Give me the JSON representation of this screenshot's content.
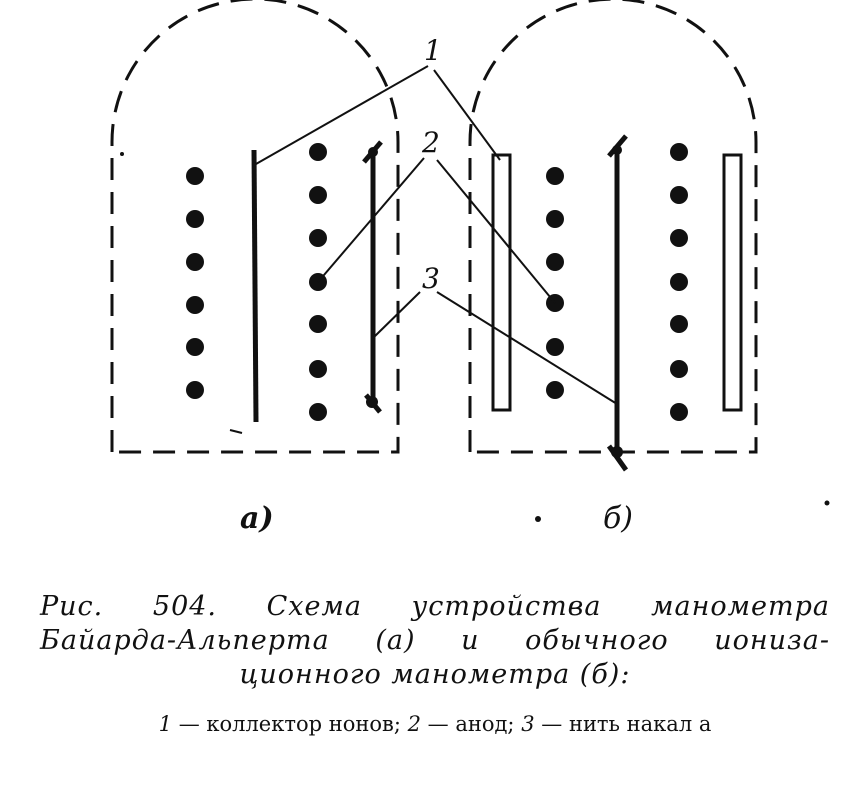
{
  "labels": {
    "collector": "1",
    "anode": "2",
    "filament": "3",
    "variant_a": "а)",
    "variant_b": "б)"
  },
  "caption": {
    "line1": "Рис. 504. Схема устройства манометра",
    "line2": "Байарда-Альперта (а) и обычного иониза-",
    "line3": "ционного манометра (б):"
  },
  "legend": {
    "n1": "1",
    "t1": "— коллектор нонов;",
    "n2": "2",
    "t2": "— анод;",
    "n3": "3",
    "t3": "— нить накал а"
  }
}
